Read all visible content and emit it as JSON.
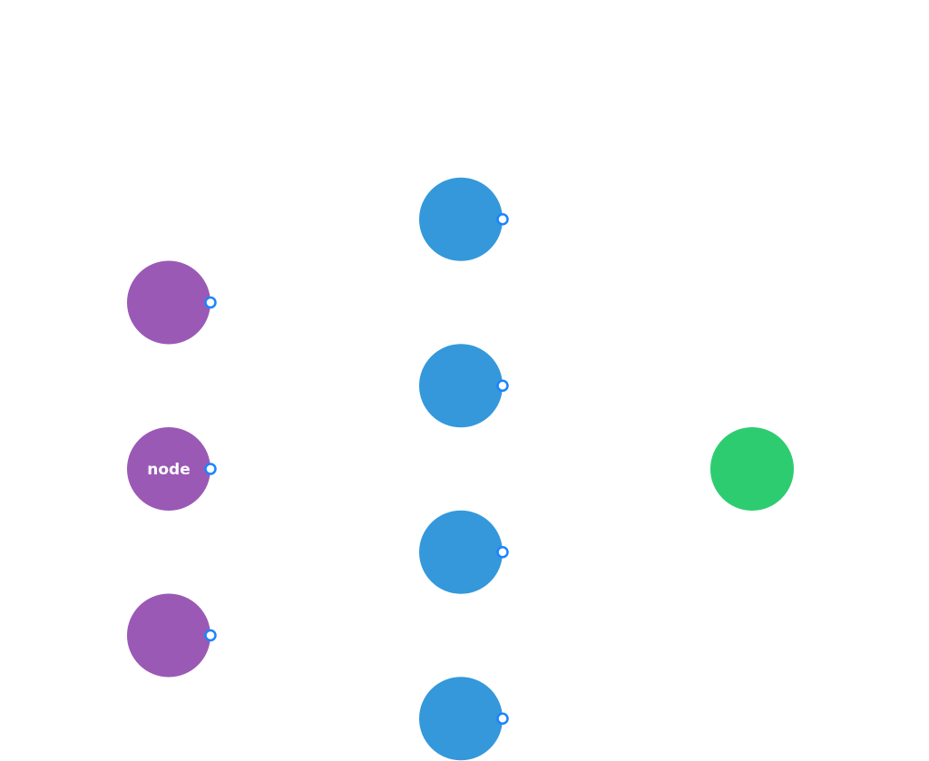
{
  "diagram": {
    "type": "neural-network-layers",
    "colors": {
      "background": "#ffffff",
      "input": "#9b59b6",
      "hidden": "#3498db",
      "output": "#2ecc71",
      "handle_stroke": "#1a84ff",
      "handle_fill": "#ffffff",
      "label": "#ffffff"
    },
    "layers": [
      {
        "name": "input",
        "color_key": "input",
        "has_handles": true,
        "nodes": [
          {
            "id": "input-1",
            "label": ""
          },
          {
            "id": "input-2",
            "label": "node"
          },
          {
            "id": "input-3",
            "label": ""
          }
        ]
      },
      {
        "name": "hidden",
        "color_key": "hidden",
        "has_handles": true,
        "nodes": [
          {
            "id": "hidden-1",
            "label": ""
          },
          {
            "id": "hidden-2",
            "label": ""
          },
          {
            "id": "hidden-3",
            "label": ""
          },
          {
            "id": "hidden-4",
            "label": ""
          }
        ]
      },
      {
        "name": "output",
        "color_key": "output",
        "has_handles": false,
        "nodes": [
          {
            "id": "output-1",
            "label": ""
          }
        ]
      }
    ]
  }
}
